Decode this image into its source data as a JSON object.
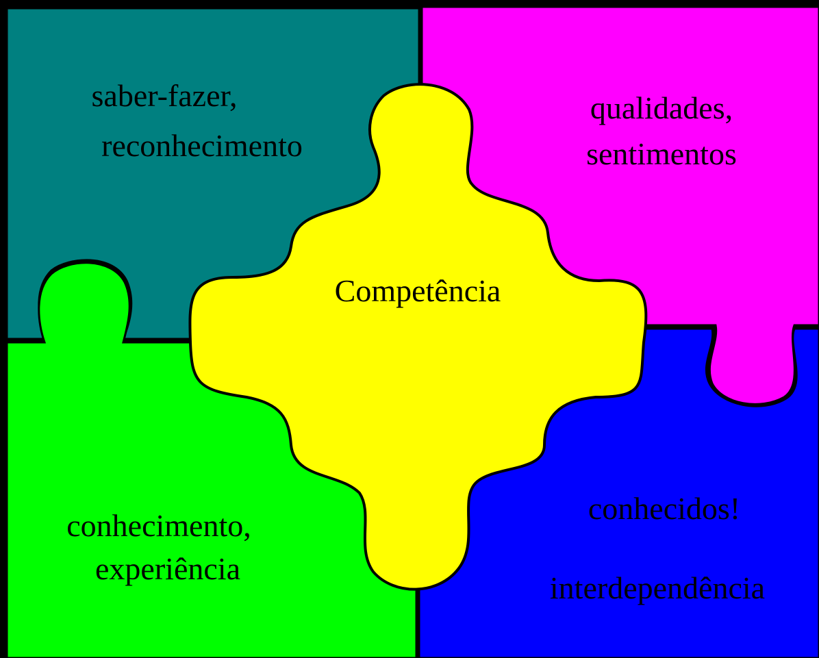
{
  "colors": {
    "background": "#000000",
    "top_left": "#008080",
    "top_right": "#ff00ff",
    "bottom_left": "#00ff00",
    "bottom_right": "#0000ff",
    "center": "#ffff00",
    "outline": "#000000"
  },
  "pieces": {
    "top_left": {
      "line1": "saber-fazer,",
      "line2": "reconhecimento"
    },
    "top_right": {
      "line1": "qualidades,",
      "line2": "sentimentos"
    },
    "bottom_left": {
      "line1": "conhecimento,",
      "line2": "experiência"
    },
    "bottom_right": {
      "line1": "conhecidos!",
      "line2": "interdependência"
    },
    "center": {
      "label": "Competência"
    }
  }
}
